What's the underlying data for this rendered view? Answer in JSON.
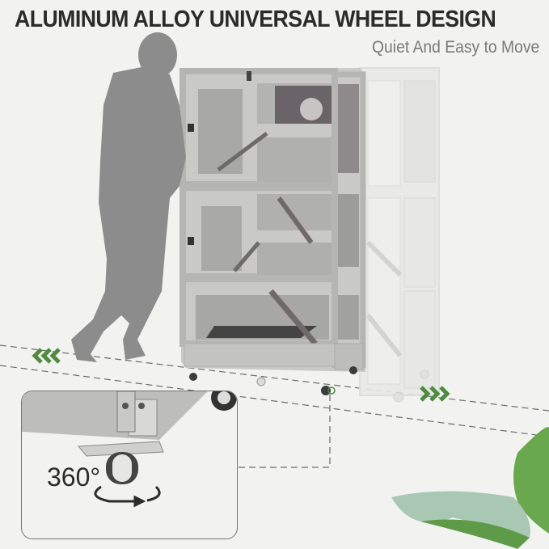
{
  "header": {
    "title": "ALUMINUM ALLOY UNIVERSAL WHEEL DESIGN",
    "subtitle": "Quiet And Easy to Move"
  },
  "detail_inset": {
    "rotation_label": "360°",
    "icon": "rotate-arrow-icon"
  },
  "direction_arrows": {
    "left": "«««",
    "right": "»»»",
    "color": "#4f8a3f"
  },
  "colors": {
    "background": "#f2f2f0",
    "headline": "#2b2b2b",
    "subtitle": "#7a7a7a",
    "silhouette": "#8c8c8c",
    "cage_frame": "#bdbdbd",
    "cage_ghost": "#e6e6e4",
    "accent_green": "#4f8a3f",
    "leaf_green": "#6aa84f"
  }
}
